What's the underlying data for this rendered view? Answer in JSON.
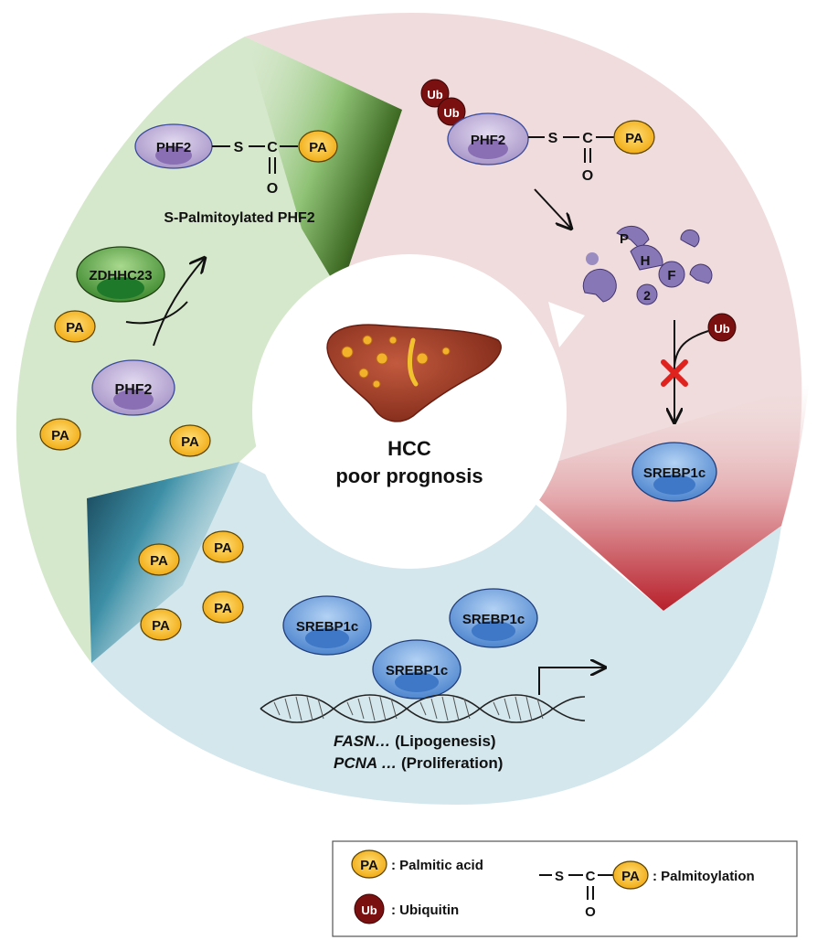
{
  "center": {
    "line1": "HCC",
    "line2": "poor prognosis"
  },
  "left_top": {
    "phf2": "PHF2",
    "s": "S",
    "c": "C",
    "o": "O",
    "pa": "PA",
    "caption": "S-Palmitoylated PHF2"
  },
  "left_bottom": {
    "enzyme": "ZDHHC23",
    "pa": "PA",
    "phf2": "PHF2"
  },
  "right": {
    "ub": "Ub",
    "phf2": "PHF2",
    "s": "S",
    "c": "C",
    "o": "O",
    "pa": "PA",
    "fragments": [
      "P",
      "H",
      "F",
      "2"
    ],
    "srebp": "SREBP1c"
  },
  "bottom": {
    "pa": "PA",
    "srebp": "SREBP1c",
    "gene1_italic": "FASN…",
    "gene1_rest": " (Lipogenesis)",
    "gene2_italic": "PCNA …",
    "gene2_rest": " (Proliferation)"
  },
  "legend": {
    "pa_badge": "PA",
    "pa_label": ": Palmitic acid",
    "ub_badge": "Ub",
    "ub_label": ": Ubiquitin",
    "s": "S",
    "c": "C",
    "o": "O",
    "palm_badge": "PA",
    "palm_label": ": Palmitoylation"
  },
  "colors": {
    "green_sector": "#d6e8cc",
    "pink_sector": "#f0dcdc",
    "blue_sector": "#d3e7ec",
    "pa_fill": "#f6b820",
    "ub_fill": "#7a1010",
    "phf2_fill": "#c4b6dc",
    "srebp_fill": "#6a9fdc",
    "zdhhc_fill": "#5eaa48"
  }
}
